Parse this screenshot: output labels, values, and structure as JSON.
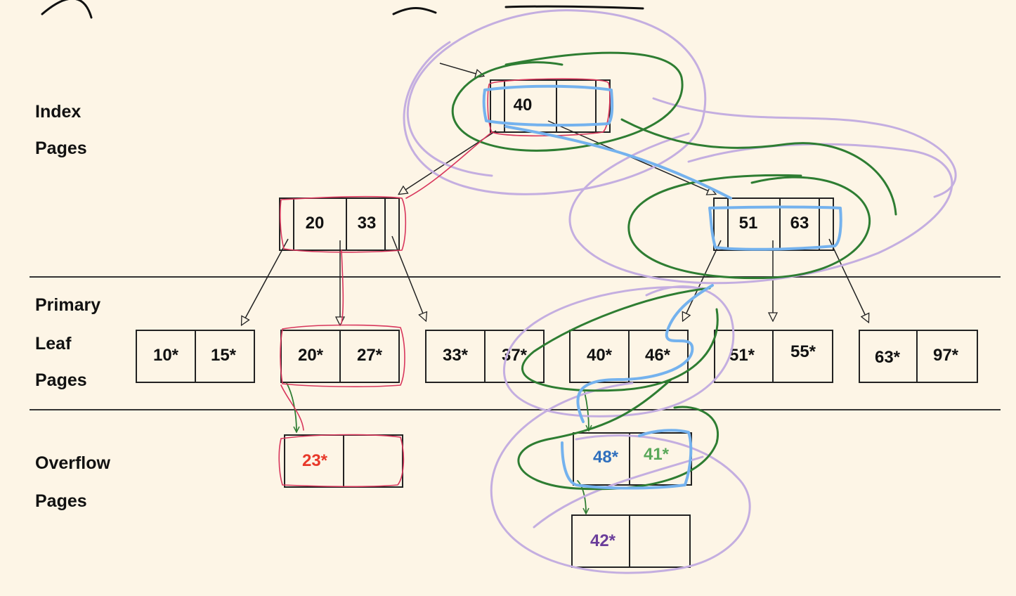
{
  "labels": {
    "index": [
      "Index",
      "Pages"
    ],
    "leaf": [
      "Primary",
      "Leaf",
      "Pages"
    ],
    "overflow": [
      "Overflow",
      "Pages"
    ]
  },
  "index_root": {
    "keys": [
      "40",
      "",
      ""
    ]
  },
  "index_left": {
    "keys": [
      "20",
      "33"
    ]
  },
  "index_right": {
    "keys": [
      "51",
      "63"
    ]
  },
  "leaf_pages": [
    {
      "keys": [
        "10*",
        "15*"
      ]
    },
    {
      "keys": [
        "20*",
        "27*"
      ]
    },
    {
      "keys": [
        "33*",
        "37*"
      ]
    },
    {
      "keys": [
        "40*",
        "46*"
      ]
    },
    {
      "keys": [
        "51*",
        "55*"
      ]
    },
    {
      "keys": [
        "63*",
        "97*"
      ]
    }
  ],
  "overflow_pages": [
    {
      "keys": [
        "23*",
        ""
      ],
      "color": "#e8392a"
    },
    {
      "keys": [
        "48*",
        "41*"
      ],
      "colors": [
        "#2f6fbd",
        "#5aa85a"
      ]
    },
    {
      "keys": [
        "42*",
        ""
      ],
      "color": "#6a3d9a"
    }
  ],
  "colors": {
    "background": "#fdf5e6",
    "red": "#d8365c",
    "green": "#2e7d32",
    "blue": "#74b2ee",
    "purple": "#c4aee0"
  }
}
